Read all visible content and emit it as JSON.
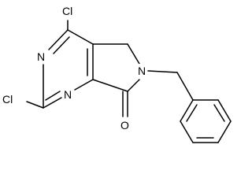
{
  "molecule": {
    "atoms": {
      "cl_top": "Cl",
      "n_upper": "N",
      "cl_left": "Cl",
      "n_lower": "N",
      "n_ring": "N",
      "o_carbonyl": "O"
    }
  }
}
